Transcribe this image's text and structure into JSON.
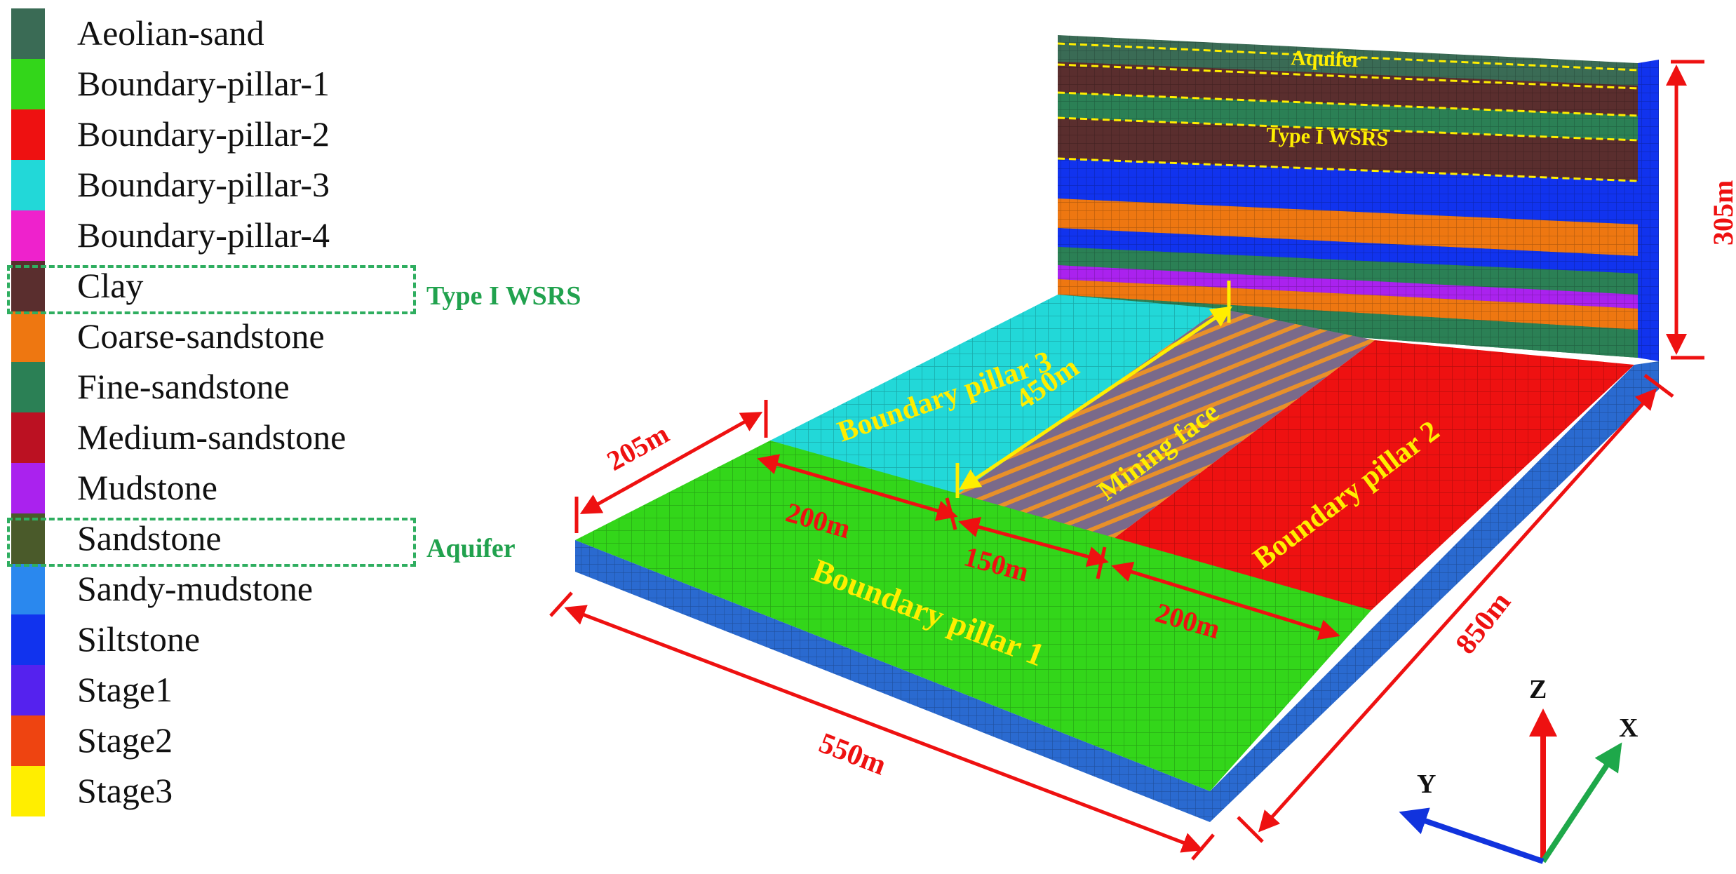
{
  "legend": {
    "items": [
      {
        "label": "Aeolian-sand",
        "color": "#3a6b55"
      },
      {
        "label": "Boundary-pillar-1",
        "color": "#33d61a"
      },
      {
        "label": "Boundary-pillar-2",
        "color": "#ee1111"
      },
      {
        "label": "Boundary-pillar-3",
        "color": "#22d8d8"
      },
      {
        "label": "Boundary-pillar-4",
        "color": "#ee22cc"
      },
      {
        "label": "Clay",
        "color": "#5a2e2e"
      },
      {
        "label": "Coarse-sandstone",
        "color": "#ee7711"
      },
      {
        "label": "Fine-sandstone",
        "color": "#2b8055"
      },
      {
        "label": "Medium-sandstone",
        "color": "#bb1122"
      },
      {
        "label": "Mudstone",
        "color": "#aa22ee"
      },
      {
        "label": "Sandstone",
        "color": "#4a5a2a"
      },
      {
        "label": "Sandy-mudstone",
        "color": "#2a88ee"
      },
      {
        "label": "Siltstone",
        "color": "#1133ee"
      },
      {
        "label": "Stage1",
        "color": "#5522ee"
      },
      {
        "label": "Stage2",
        "color": "#ee4411"
      },
      {
        "label": "Stage3",
        "color": "#ffee00"
      }
    ],
    "groups": [
      {
        "label": "Type I WSRS",
        "item": "Clay"
      },
      {
        "label": "Aquifer",
        "item": "Sandstone"
      }
    ]
  },
  "model": {
    "regions": {
      "boundary_pillar_1": "Boundary pillar 1",
      "boundary_pillar_2": "Boundary pillar 2",
      "boundary_pillar_3": "Boundary pillar 3",
      "mining_face": "Mining face"
    },
    "wall_labels": {
      "aquifer": "Aquifer",
      "wsrs": "Type I WSRS"
    },
    "dimensions": {
      "height": "305m",
      "length": "850m",
      "width": "550m",
      "face_advance": "450m",
      "pillar3_width": "205m",
      "pillar_left": "200m",
      "face_width": "150m",
      "pillar_right": "200m"
    },
    "axes": {
      "x": "X",
      "y": "Y",
      "z": "Z"
    },
    "colors": {
      "red_dim": "#ee1111",
      "yellow": "#ffee00",
      "axis_x": "#1ea84a",
      "axis_y": "#1133dd",
      "axis_z": "#ee1111"
    }
  }
}
